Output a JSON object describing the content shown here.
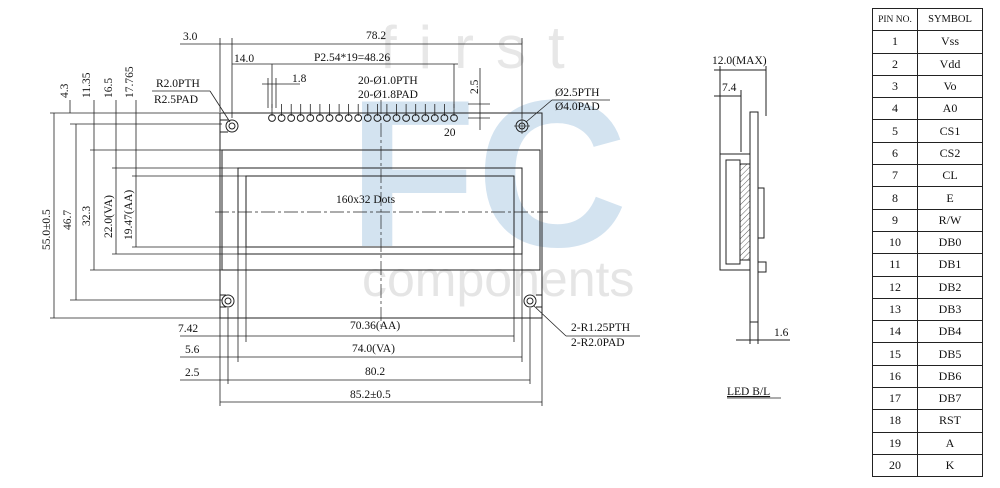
{
  "watermark": {
    "line1": "first",
    "logo": "FC",
    "line2": "components"
  },
  "front_view": {
    "top_dims": {
      "edge_offset": "3.0",
      "overall_hole_span": "78.2",
      "first_pin_offset": "14.0",
      "pin_pitch": "P2.54*19=48.26",
      "pin_width": "1.8",
      "pin_hole": [
        "20-Ø1.0PTH",
        "20-Ø1.8PAD"
      ],
      "pin_height": "2.5",
      "pin_last": "20"
    },
    "left_dims": [
      "4.3",
      "11.35",
      "16.5",
      "17.765"
    ],
    "height_dims": [
      "55.0±0.5",
      "46.7",
      "32.3",
      "22.0(VA)",
      "19.47(AA)"
    ],
    "mount_hole_top_left": [
      "R2.0PTH",
      "R2.5PAD"
    ],
    "mount_hole_top_right": [
      "Ø2.5PTH",
      "Ø4.0PAD"
    ],
    "mount_hole_bottom": [
      "2-R1.25PTH",
      "2-R2.0PAD"
    ],
    "center_label": "160x32 Dots",
    "bottom_dims": {
      "aa_offset": "7.42",
      "aa_width": "70.36(AA)",
      "va_offset": "5.6",
      "va_width": "74.0(VA)",
      "bezel_offset": "2.5",
      "bezel_width": "80.2",
      "pcb_width": "85.2±0.5"
    }
  },
  "side_view": {
    "max_thickness": "12.0(MAX)",
    "module_thickness": "7.4",
    "pcb_thickness": "1.6",
    "label": "LED B/L"
  },
  "pin_table": {
    "headers": {
      "pin_no": "PIN NO.",
      "symbol": "SYMBOL"
    },
    "rows": [
      {
        "no": "1",
        "sym": "Vss"
      },
      {
        "no": "2",
        "sym": "Vdd"
      },
      {
        "no": "3",
        "sym": "Vo"
      },
      {
        "no": "4",
        "sym": "A0"
      },
      {
        "no": "5",
        "sym": "CS1"
      },
      {
        "no": "6",
        "sym": "CS2"
      },
      {
        "no": "7",
        "sym": "CL"
      },
      {
        "no": "8",
        "sym": "E"
      },
      {
        "no": "9",
        "sym": "R/W"
      },
      {
        "no": "10",
        "sym": "DB0"
      },
      {
        "no": "11",
        "sym": "DB1"
      },
      {
        "no": "12",
        "sym": "DB2"
      },
      {
        "no": "13",
        "sym": "DB3"
      },
      {
        "no": "14",
        "sym": "DB4"
      },
      {
        "no": "15",
        "sym": "DB5"
      },
      {
        "no": "16",
        "sym": "DB6"
      },
      {
        "no": "17",
        "sym": "DB7"
      },
      {
        "no": "18",
        "sym": "RST"
      },
      {
        "no": "19",
        "sym": "A"
      },
      {
        "no": "20",
        "sym": "K"
      }
    ]
  }
}
